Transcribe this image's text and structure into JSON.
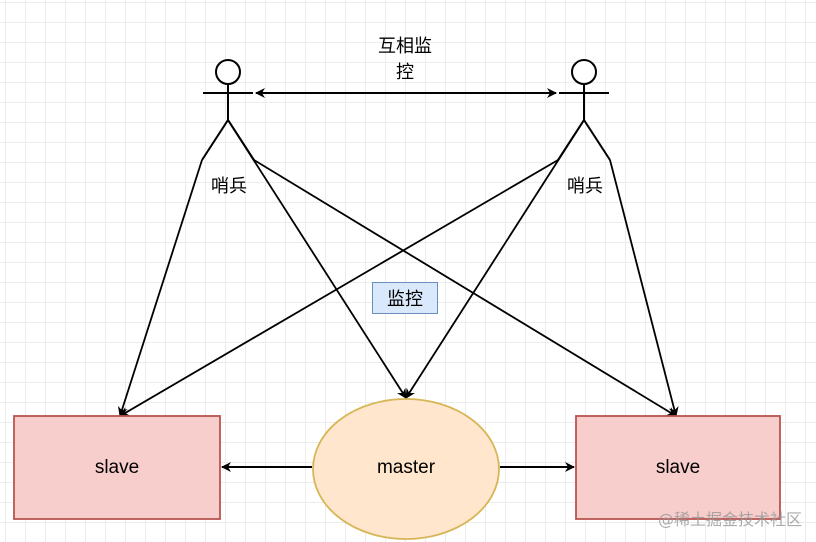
{
  "diagram": {
    "title": "Redis sentinel monitoring topology",
    "colors": {
      "slave_fill": "#f8cecc",
      "slave_stroke": "#b85450",
      "master_fill": "#ffe6cc",
      "master_stroke": "#d6b656",
      "label_fill": "#dae8fc",
      "label_stroke": "#6c8ebf",
      "edge": "#000000"
    },
    "labels": {
      "mutual_monitoring": "互相监\n控",
      "sentinel_left": "哨兵",
      "sentinel_right": "哨兵",
      "monitor": "监控"
    },
    "nodes": {
      "slave_left": "slave",
      "master": "master",
      "slave_right": "slave"
    },
    "edges": [
      {
        "from": "sentinel_left",
        "to": "sentinel_right",
        "type": "bidirectional"
      },
      {
        "from": "sentinel_left",
        "to": "slave_left"
      },
      {
        "from": "sentinel_left",
        "to": "master"
      },
      {
        "from": "sentinel_left",
        "to": "slave_right"
      },
      {
        "from": "sentinel_right",
        "to": "slave_left"
      },
      {
        "from": "sentinel_right",
        "to": "master"
      },
      {
        "from": "sentinel_right",
        "to": "slave_right"
      },
      {
        "from": "master",
        "to": "slave_left"
      },
      {
        "from": "master",
        "to": "slave_right"
      }
    ],
    "watermark": "@稀土掘金技术社区"
  }
}
